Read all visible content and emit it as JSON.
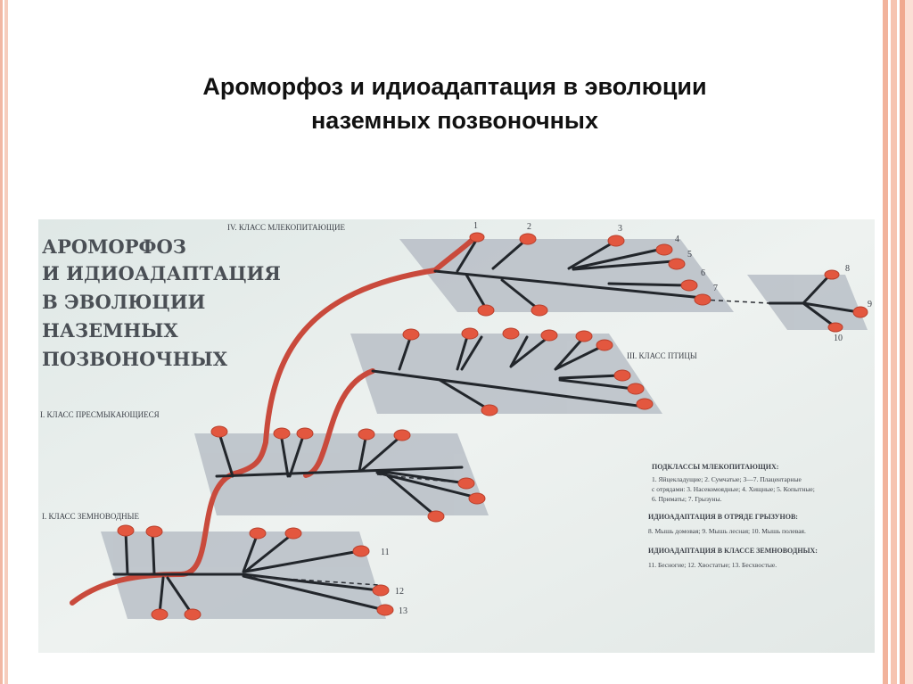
{
  "slide": {
    "title_line1": "Ароморфоз и идиоадаптация в эволюции",
    "title_line2": "наземных позвоночных"
  },
  "poster": {
    "heading_lines": [
      "АРОМОРФОЗ",
      "И ИДИОАДАПТАЦИЯ",
      "В ЭВОЛЮЦИИ",
      "НАЗЕМНЫХ",
      "ПОЗВОНОЧНЫХ"
    ],
    "class_mammals": "IV. КЛАСС МЛЕКОПИТАЮЩИЕ",
    "class_birds": "III. КЛАСС ПТИЦЫ",
    "class_reptiles": "I. КЛАСС ПРЕСМЫКАЮЩИЕСЯ",
    "class_amphibians": "I. КЛАСС ЗЕМНОВОДНЫЕ",
    "legend": {
      "subclasses_title": "ПОДКЛАССЫ МЛЕКОПИТАЮЩИХ:",
      "subclasses_line1": "1. Яйцекладущие; 2. Сумчатые; 3—7. Плацентарные",
      "subclasses_line2": "с отрядами: 3. Насекомоядные; 4. Хищные; 5. Копытные;",
      "subclasses_line3": "6. Приматы; 7. Грызуны.",
      "rodents_title": "ИДИОАДАПТАЦИЯ В ОТРЯДЕ ГРЫЗУНОВ:",
      "rodents_line1": "8. Мышь домовая; 9. Мышь лесная; 10. Мышь полевая.",
      "amphib_title": "ИДИОАДАПТАЦИЯ В КЛАССЕ ЗЕМНОВОДНЫХ:",
      "amphib_line1": "11. Бесногие; 12. Хвостатые; 13. Бесхвостые."
    },
    "branch_numbers": [
      "1",
      "2",
      "3",
      "4",
      "5",
      "6",
      "7",
      "8",
      "9",
      "10",
      "11",
      "12",
      "13"
    ]
  },
  "colors": {
    "trunk_red": "#c94a3c",
    "dot_red": "#e3573f",
    "branch_dark": "#22262b",
    "plane_gray": "#b9bfc7"
  }
}
